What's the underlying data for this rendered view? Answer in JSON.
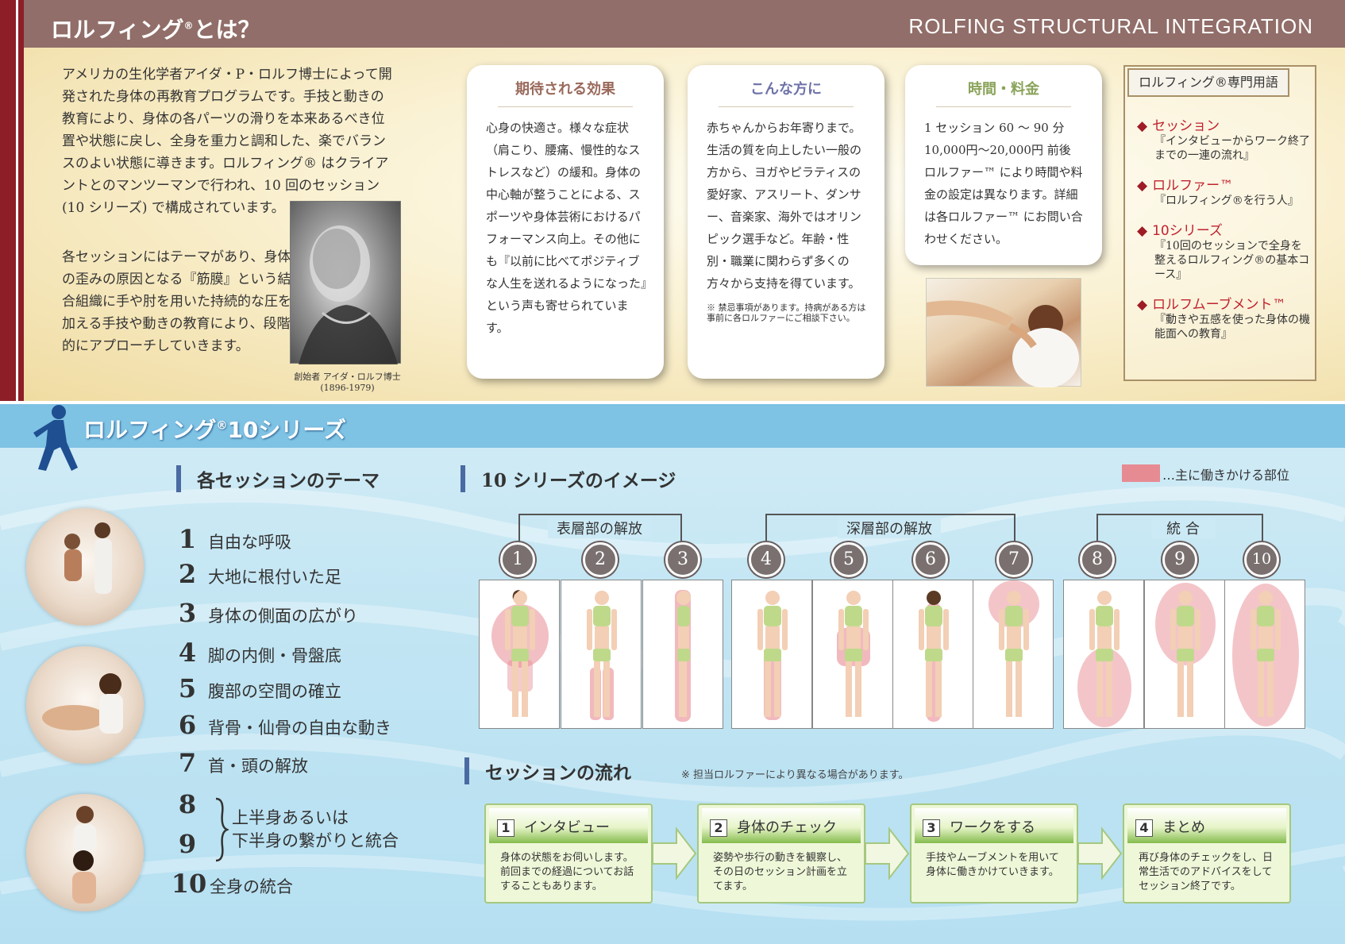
{
  "header": {
    "title": "ロルフィング",
    "title_mark": "®",
    "title_suffix": "とは？",
    "en_title": "ROLFING STRUCTURAL INTEGRATION"
  },
  "intro": {
    "paragraph1": "アメリカの生化学者アイダ・P・ロルフ博士によって開発された身体の再教育プログラムです。手技と動きの教育により、身体の各パーツの滑りを本来あるべき位置や状態に戻し、全身を重力と調和した、楽でバランスのよい状態に導きます。ロルフィング® はクライアントとのマンツーマンで行われ、10 回のセッション (10 シリーズ) で構成されています。",
    "paragraph2": "各セッションにはテーマがあり、身体の歪みの原因となる『筋膜』という結合組織に手や肘を用いた持続的な圧を加える手技や動きの教育により、段階的にアプローチしていきます。",
    "portrait_caption_line1": "創始者 アイダ・ロルフ博士",
    "portrait_caption_line2": "(1896-1979)"
  },
  "cards": {
    "effects": {
      "title": "期待される効果",
      "body": "心身の快適さ。様々な症状（肩こり、腰痛、慢性的なストレスなど）の緩和。身体の中心軸が整うことによる、スポーツや身体芸術におけるパフォーマンス向上。その他にも『以前に比べてポジティブな人生を送れるようになった』という声も寄せられています。"
    },
    "for_whom": {
      "title": "こんな方に",
      "body": "赤ちゃんからお年寄りまで。生活の質を向上したい一般の方から、ヨガやピラティスの愛好家、アスリート、ダンサー、音楽家、海外ではオリンピック選手など。年齢・性別・職業に関わらず多くの方々から支持を得ています。",
      "note": "※ 禁忌事項があります。持病がある方は事前に各ロルファーにご相談下さい。"
    },
    "time_fee": {
      "title": "時間・料金",
      "line1": "1 セッション 60 ～ 90 分",
      "line2": "10,000円～20,000円 前後",
      "line3": "ロルファー™ により時間や料金の設定は異なります。詳細は各ロルファー™ にお問い合わせください。"
    }
  },
  "glossary": {
    "title": "ロルフィング®専門用語",
    "items": [
      {
        "term": "セッション",
        "desc": "『インタビューからワーク終了までの一連の流れ』"
      },
      {
        "term": "ロルファー™",
        "desc": "『ロルフィング®を行う人』"
      },
      {
        "term": "10シリーズ",
        "desc": "『10回のセッションで全身を整えるロルフィング®の基本コース』"
      },
      {
        "term": "ロルフムーブメント™",
        "desc": "『動きや五感を使った身体の機能面への教育』"
      }
    ]
  },
  "series": {
    "title": "ロルフィング",
    "title_mark": "®",
    "title_suffix": "10シリーズ",
    "theme_heading": "各セッションのテーマ",
    "image_heading": "10 シリーズのイメージ",
    "legend": "…主に働きかける部位",
    "themes": [
      {
        "num": "1",
        "text": "自由な呼吸"
      },
      {
        "num": "2",
        "text": "大地に根付いた足"
      },
      {
        "num": "3",
        "text": "身体の側面の広がり"
      },
      {
        "num": "4",
        "text": "脚の内側・骨盤底"
      },
      {
        "num": "5",
        "text": "腹部の空間の確立"
      },
      {
        "num": "6",
        "text": "背骨・仙骨の自由な動き"
      },
      {
        "num": "7",
        "text": "首・頭の解放"
      },
      {
        "num": "8",
        "text": ""
      },
      {
        "num": "9",
        "text": ""
      },
      {
        "num": "10",
        "text": "全身の統合"
      }
    ],
    "theme_89_line1": "上半身あるいは",
    "theme_89_line2": "下半身の繋がりと統合",
    "groups": [
      "表層部の解放",
      "深層部の解放",
      "統 合"
    ],
    "numbers": [
      "1",
      "2",
      "3",
      "4",
      "5",
      "6",
      "7",
      "8",
      "9",
      "10"
    ]
  },
  "flow": {
    "heading": "セッションの流れ",
    "note": "※ 担当ロルファーにより異なる場合があります。",
    "steps": [
      {
        "num": "1",
        "title": "インタビュー",
        "body": "身体の状態をお伺いします。前回までの経過についてお話することもあります。"
      },
      {
        "num": "2",
        "title": "身体のチェック",
        "body": "姿勢や歩行の動きを観察し、その日のセッション計画を立てます。"
      },
      {
        "num": "3",
        "title": "ワークをする",
        "body": "手技やムーブメントを用いて身体に働きかけていきます。"
      },
      {
        "num": "4",
        "title": "まとめ",
        "body": "再び身体のチェックをし、日常生活でのアドバイスをしてセッション終了です。"
      }
    ]
  },
  "colors": {
    "header_band": "#916e69",
    "accent_red": "#8d1e27",
    "highlight_pink": "#e78b93",
    "flow_green": "#86bc4e",
    "series_band": "#7ec2e4"
  }
}
